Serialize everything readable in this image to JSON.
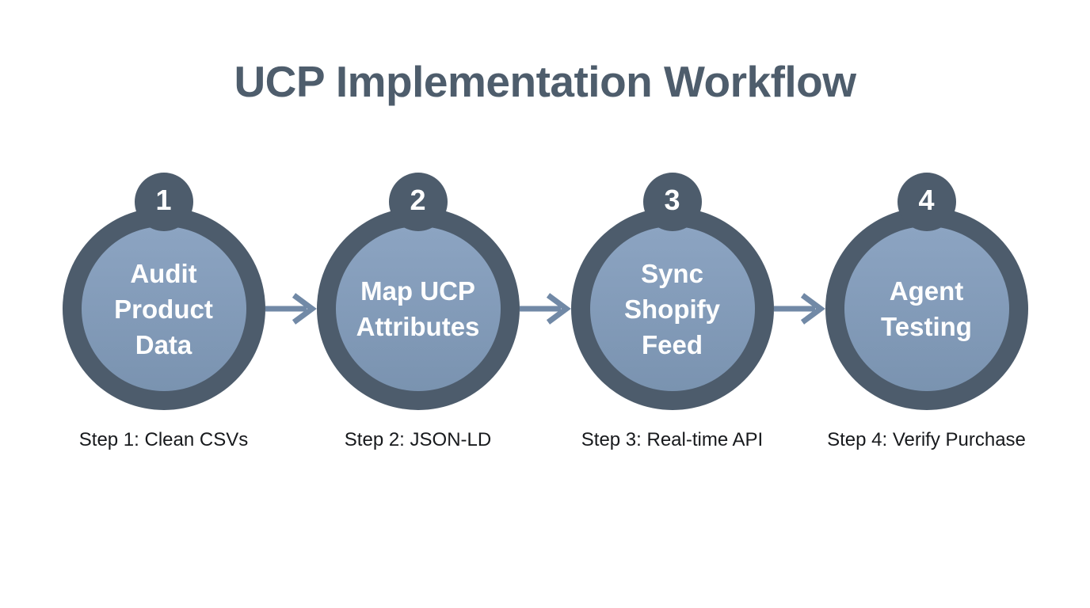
{
  "title": "UCP Implementation Workflow",
  "colors": {
    "bg": "#ffffff",
    "ring": "#4d5c6c",
    "badge": "#4d5c6c",
    "inner_top": "#8ca4c2",
    "inner_bottom": "#7a93b0",
    "arrow": "#7189a6",
    "title_text": "#4e5d6c",
    "label_text": "#ffffff",
    "caption_text": "#17191c"
  },
  "steps": [
    {
      "number": "1",
      "label": "Audit Product Data",
      "caption": "Step 1: Clean CSVs"
    },
    {
      "number": "2",
      "label": "Map UCP Attributes",
      "caption": "Step 2: JSON-LD"
    },
    {
      "number": "3",
      "label": "Sync Shopify Feed",
      "caption": "Step 3: Real-time API"
    },
    {
      "number": "4",
      "label": "Agent Testing",
      "caption": "Step 4: Verify Purchase"
    }
  ]
}
